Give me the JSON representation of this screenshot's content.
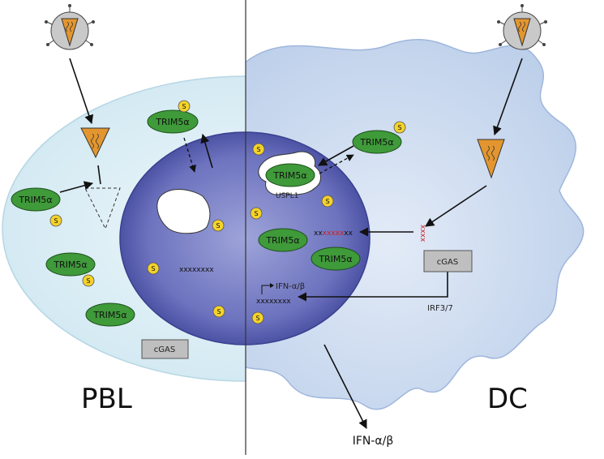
{
  "labels": {
    "pbl": "PBL",
    "dc": "DC",
    "trim": "TRIM5α",
    "s": "S",
    "cgas": "cGAS",
    "uspl1": "USPL1",
    "irf": "IRF3/7",
    "ifn_nucleus": "IFN-α/β",
    "ifn_out": "IFN-α/β",
    "dna": "xxxxxxxx",
    "dna_dc_black1": "xx",
    "dna_dc_red": "xxxxx",
    "dna_dc_black2": "xx",
    "dna_cyto": "xxxx"
  },
  "colors": {
    "pbl_cell": "#d2e9f2",
    "dc_cell": "#c3d3ec",
    "nucleus": "#5a5fae",
    "protein": "#3f9a3a",
    "sumo": "#f4d22a",
    "capsid": "#e3962f",
    "red_dna": "#cc2222",
    "cgas_box": "#bfbfbf"
  }
}
